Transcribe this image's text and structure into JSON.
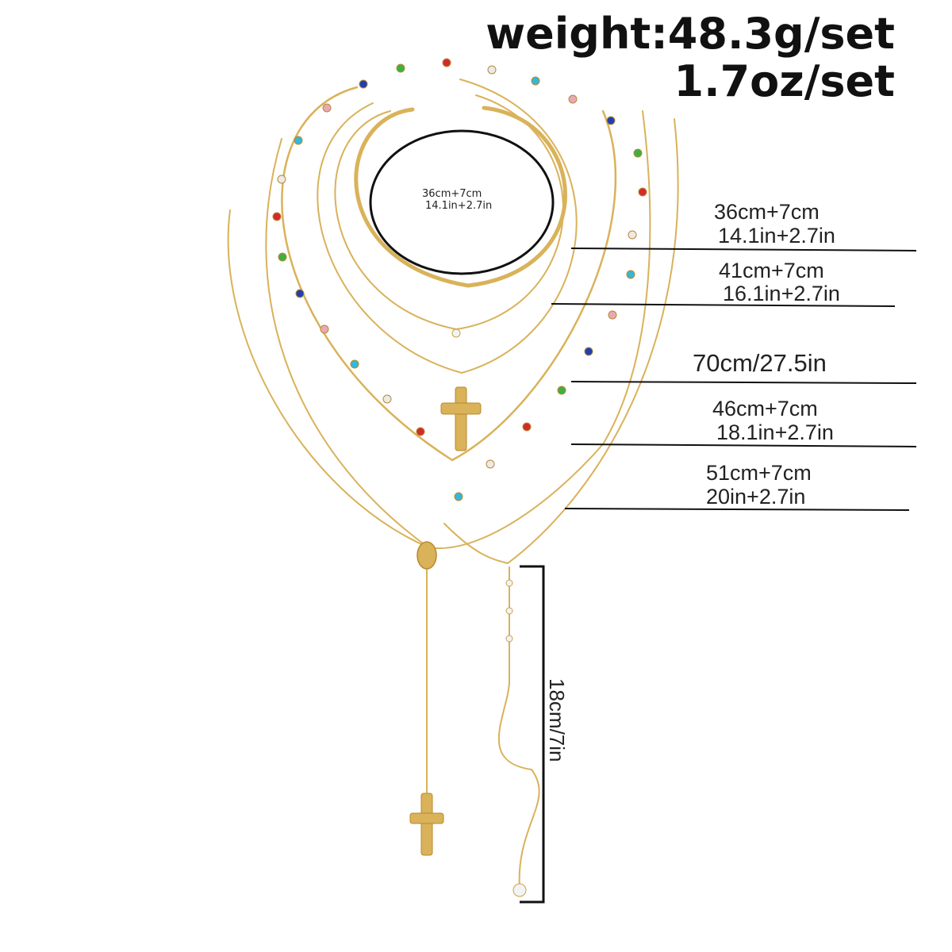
{
  "weight": {
    "grams_line": "weight:48.3g/set",
    "ounces_line": "1.7oz/set"
  },
  "circle_callout": {
    "cm": "36cm+7cm",
    "inch": "14.1in+2.7in"
  },
  "length_labels": [
    {
      "cm": "36cm+7cm",
      "inch": "14.1in+2.7in"
    },
    {
      "cm": "41cm+7cm",
      "inch": "16.1in+2.7in"
    },
    {
      "cm": "70cm/27.5in",
      "inch": ""
    },
    {
      "cm": "46cm+7cm",
      "inch": "18.1in+2.7in"
    },
    {
      "cm": "51cm+7cm",
      "inch": "20in+2.7in"
    }
  ],
  "tassel_length": "18cm/7in",
  "colors": {
    "gold": "#d9b25a",
    "gold_dark": "#b88a2e",
    "ink": "#111111"
  }
}
